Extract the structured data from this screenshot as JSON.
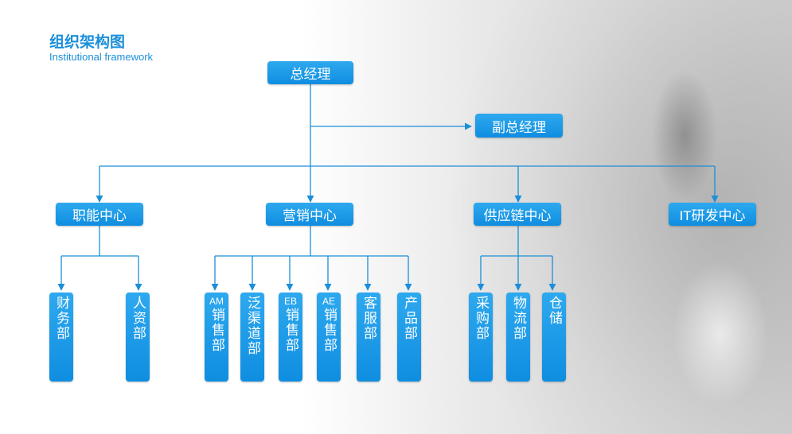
{
  "header": {
    "title": "组织架构图",
    "subtitle": "Institutional framework"
  },
  "colors": {
    "accent": "#1b8fd8",
    "box": "#1a96e6",
    "line": "#1b8fd8"
  },
  "org": {
    "ceo": "总经理",
    "deputy": "副总经理",
    "centers": {
      "functions": "职能中心",
      "marketing": "营销中心",
      "supply": "供应链中心",
      "it": "IT研发中心"
    },
    "departments": {
      "finance": "财务部",
      "hr": "人资部",
      "am_sales": {
        "prefix": "AM",
        "name": "销售部"
      },
      "channel": "泛渠道部",
      "eb_sales": {
        "prefix": "EB",
        "name": "销售部"
      },
      "ae_sales": {
        "prefix": "AE",
        "name": "销售部"
      },
      "service": "客服部",
      "product": "产品部",
      "purchase": "采购部",
      "logistics": "物流部",
      "warehouse": "仓储"
    }
  }
}
